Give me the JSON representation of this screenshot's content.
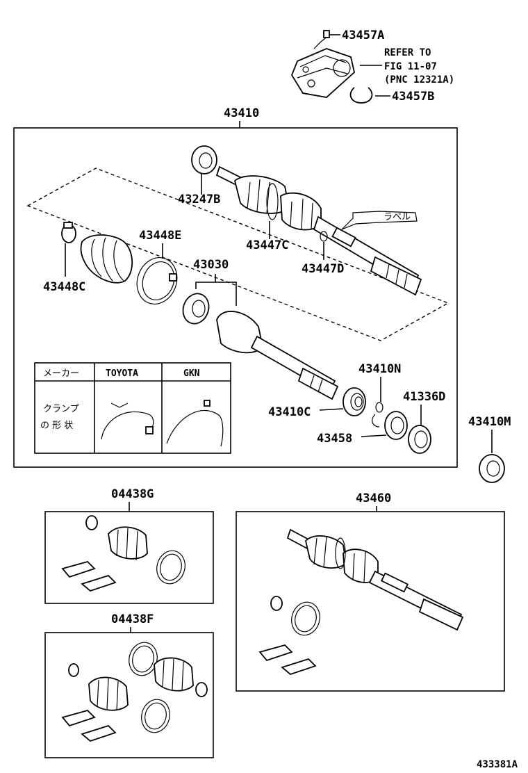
{
  "labels": {
    "p43457A": "43457A",
    "refer1": "REFER TO",
    "refer2": "FIG 11-07",
    "refer3": "(PNC 12321A)",
    "p43457B": "43457B",
    "p43410": "43410",
    "p43247B": "43247B",
    "label_jp": "ラベル",
    "p43447C": "43447C",
    "p43447D": "43447D",
    "p43448E": "43448E",
    "p43448C": "43448C",
    "p43030": "43030",
    "p43410N": "43410N",
    "p41336D": "41336D",
    "p43410C": "43410C",
    "p43458": "43458",
    "p43410M": "43410M",
    "p04438G": "04438G",
    "p43460": "43460",
    "p04438F": "04438F",
    "figure_id": "433381A"
  },
  "table": {
    "header_maker": "メーカー",
    "header_toyota": "TOYOTA",
    "header_gkn": "GKN",
    "row_label_1": "クランプ",
    "row_label_2": "の 形 状"
  }
}
